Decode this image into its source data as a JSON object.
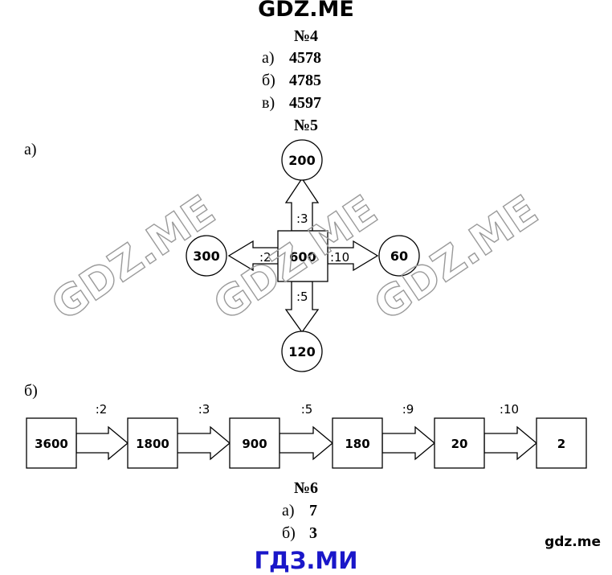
{
  "site_title": "GDZ.ME",
  "task4": {
    "heading": "№4",
    "answers": [
      {
        "label": "а)",
        "value": "4578"
      },
      {
        "label": "б)",
        "value": "4785"
      },
      {
        "label": "в)",
        "value": "4597"
      }
    ]
  },
  "task5": {
    "heading": "№5",
    "part_a": {
      "label": "а)",
      "center": "600",
      "up": {
        "op": ":3",
        "result": "200"
      },
      "left": {
        "op": ":2",
        "result": "300"
      },
      "right": {
        "op": ":10",
        "result": "60"
      },
      "down": {
        "op": ":5",
        "result": "120"
      }
    },
    "part_b": {
      "label": "б)",
      "boxes": [
        "3600",
        "1800",
        "900",
        "180",
        "20",
        "2"
      ],
      "ops": [
        ":2",
        ":3",
        ":5",
        ":9",
        ":10"
      ]
    }
  },
  "task6": {
    "heading": "№6",
    "answers": [
      {
        "label": "а)",
        "value": "7"
      },
      {
        "label": "б)",
        "value": "3"
      }
    ]
  },
  "watermark_text": "GDZ.ME",
  "footer_right": "gdz.me",
  "footer_center": "ГДЗ.МИ"
}
